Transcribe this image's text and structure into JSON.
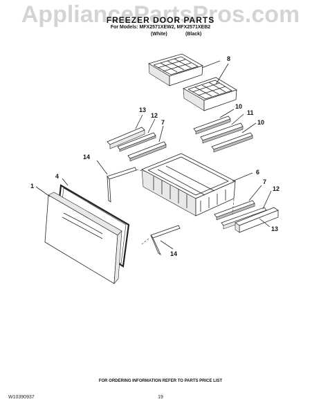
{
  "watermark": "AppliancePartsPros.com",
  "header": {
    "title": "FREEZER DOOR PARTS",
    "models": "For Models: MFX2571XEW2, MFX2571XEB2",
    "color_white": "(White)",
    "color_black": "(Black)"
  },
  "callouts": {
    "c1": "1",
    "c4": "4",
    "c6": "6",
    "c7a": "7",
    "c7b": "7",
    "c8": "8",
    "c10a": "10",
    "c10b": "10",
    "c11": "11",
    "c12a": "12",
    "c12b": "12",
    "c13a": "13",
    "c13b": "13",
    "c14a": "14",
    "c14b": "14"
  },
  "footer": {
    "note": "FOR ORDERING INFORMATION REFER TO PARTS PRICE LIST",
    "doc_number": "W10390937",
    "page_number": "19"
  }
}
